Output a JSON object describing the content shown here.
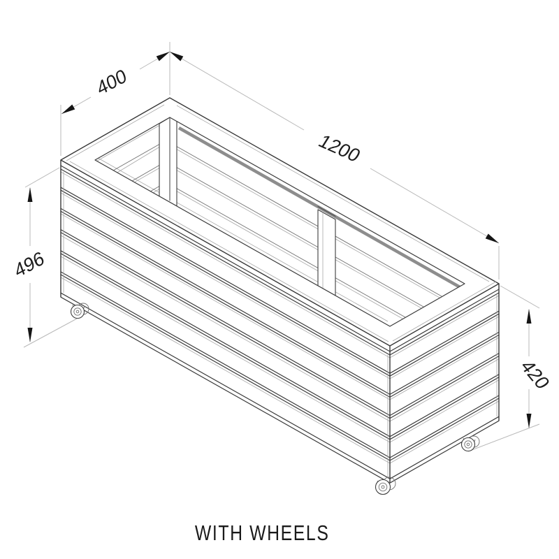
{
  "caption": "WITH WHEELS",
  "dimensions": {
    "width_mm": "400",
    "length_mm": "1200",
    "height_total_mm": "496",
    "height_body_mm": "420",
    "clipped_left_label": "0"
  },
  "colors": {
    "background": "#ffffff",
    "main_line": "#3c3c3c",
    "light_line": "#a8a8a8",
    "dimension_line": "#b9b9b9",
    "arrow": "#151515",
    "text": "#1c1c1c",
    "shadow_band": "#8d8d8d"
  },
  "subject": "slatted planter box isometric line drawing"
}
